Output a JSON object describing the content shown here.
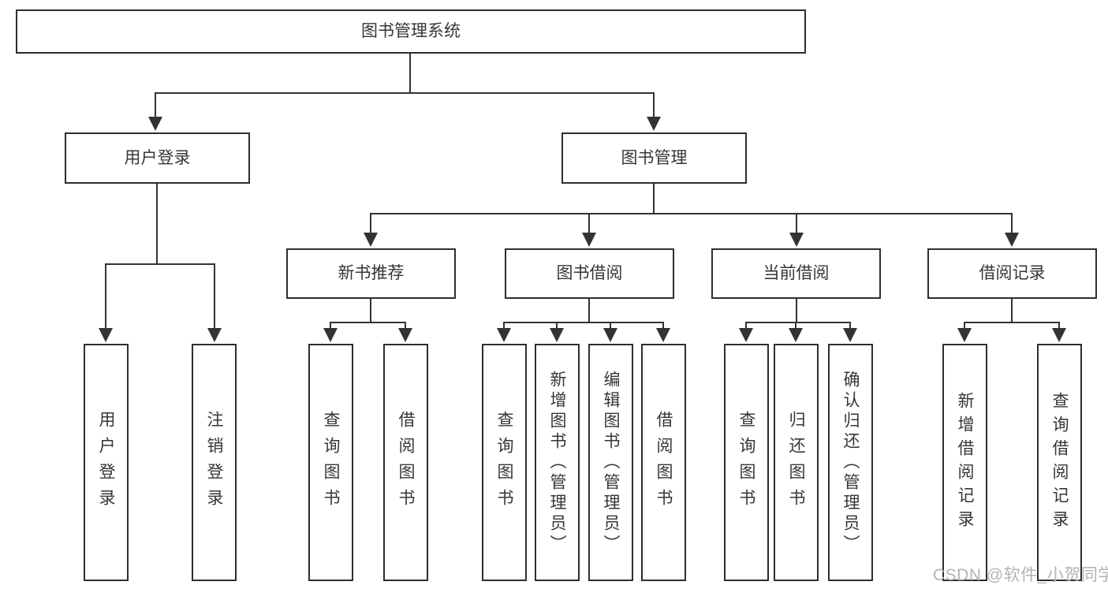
{
  "tree": {
    "root": {
      "label": "图书管理系统"
    },
    "branches": {
      "user_login": {
        "label": "用户登录",
        "children": {
          "login": "用户登录",
          "logout": "注销登录"
        }
      },
      "book_mgmt": {
        "label": "图书管理",
        "sections": {
          "new_book": {
            "label": "新书推荐",
            "children": {
              "query": "查询图书",
              "borrow": "借阅图书"
            }
          },
          "borrowing": {
            "label": "图书借阅",
            "children": {
              "query": "查询图书",
              "add": "新增图书（管理员）",
              "edit": "编辑图书（管理员）",
              "borrow": "借阅图书"
            }
          },
          "current": {
            "label": "当前借阅",
            "children": {
              "query": "查询图书",
              "giveback": "归还图书",
              "confirm": "确认归还（管理员）"
            }
          },
          "records": {
            "label": "借阅记录",
            "children": {
              "add": "新增借阅记录",
              "query": "查询借阅记录"
            }
          }
        }
      }
    }
  },
  "watermark": {
    "text": "CSDN @软件_小贺同学",
    "color": "#b5b2b6"
  },
  "colors": {
    "line": "#333333",
    "border": "#2e2e2e",
    "text": "#363636",
    "background": "#ffffff"
  }
}
